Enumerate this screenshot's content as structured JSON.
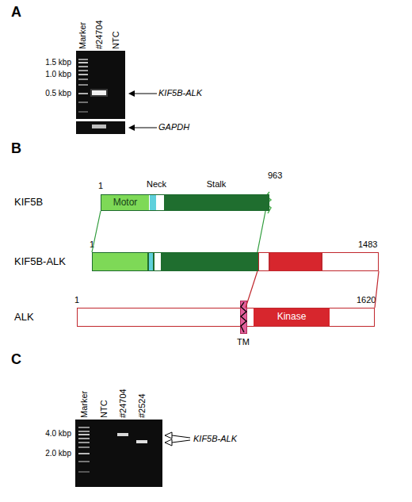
{
  "diagram": {
    "nodes": [
      {
        "text": [
          "KIF5B"
        ]
      },
      {
        "text": [
          "Motor"
        ],
        "in": 0
      },
      {
        "text": [
          "Neck"
        ],
        "in": 0
      },
      {
        "text": [
          "Stalk"
        ],
        "in": 0
      },
      {
        "text": [
          "KIF5B-ALK"
        ]
      },
      {
        "text": [
          "ALK"
        ]
      },
      {
        "text": [
          "TM"
        ],
        "in": 5
      },
      {
        "text": [
          "Kinase"
        ],
        "in": 5
      }
    ],
    "edges": [
      {
        "from": 0,
        "to": 4,
        "arrow": "none"
      },
      {
        "from": 0,
        "to": 4,
        "arrow": "none"
      },
      {
        "from": 5,
        "to": 4,
        "arrow": "none"
      },
      {
        "from": 5,
        "to": 4,
        "arrow": "none"
      }
    ],
    "labels": [
      "A",
      "Marker",
      "#24704",
      "NTC",
      "1.5 kbp",
      "1.0 kbp",
      "0.5 kbp",
      "KIF5B-ALK",
      "GAPDH",
      "B",
      "1",
      "963",
      "1",
      "1483",
      "1",
      "1620",
      "C",
      "Marker",
      "NTC",
      "#24704",
      "#2524",
      "4.0 kbp",
      "2.0 kbp",
      "KIF5B-ALK"
    ]
  }
}
